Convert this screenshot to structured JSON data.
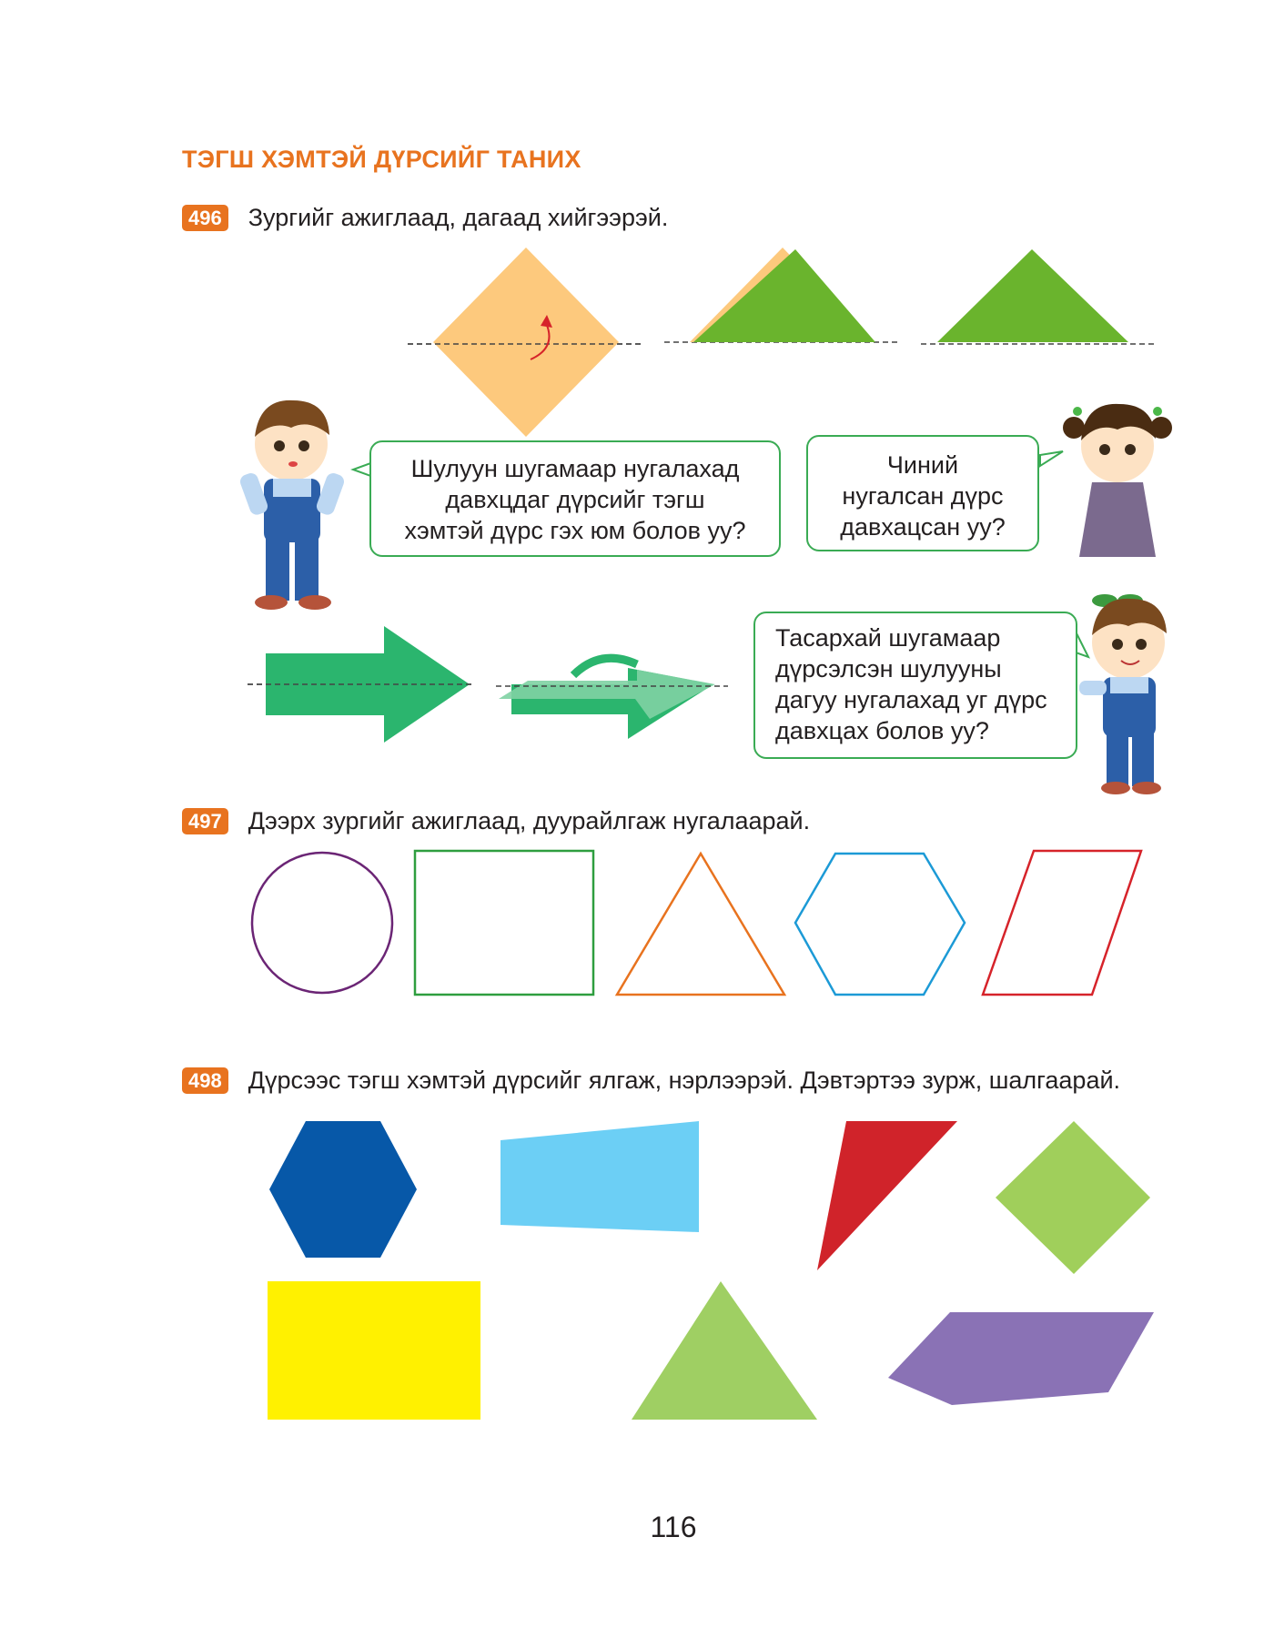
{
  "section": {
    "title": "ТЭГШ ХЭМТЭЙ ДҮРСИЙГ ТАНИХ"
  },
  "exercises": [
    {
      "number": "496",
      "text": "Зургийг ажиглаад, дагаад хийгээрэй."
    },
    {
      "number": "497",
      "text": "Дээрх зургийг ажиглаад, дуурайлгаж нугалаарай."
    },
    {
      "number": "498",
      "text": "Дүрсээс тэгш хэмтэй дүрсийг ялгаж, нэрлээрэй. Дэвтэртээ зурж, шалгаарай."
    }
  ],
  "bubbles": {
    "boy_top": [
      "Шулуун шугамаар нугалахад",
      "давхцдаг дүрсийг тэгш",
      "хэмтэй дүрс гэх юм болов уу?"
    ],
    "girl": [
      "Чиний",
      "нугалсан дүрс",
      "давхацсан уу?"
    ],
    "boy_bottom": [
      "Тасархай шугамаар",
      "дүрсэлсэн шулууны",
      "дагуу нугалахад уг дүрс",
      "давхцах болов уу?"
    ]
  },
  "colors": {
    "accent": "#e8731f",
    "bubble_border": "#3aab54",
    "orange_square": "#fdc97d",
    "fold_green": "#6ab42d",
    "arrow_green": "#2bb56e",
    "circle": "#6b2575",
    "square": "#2e9e3f",
    "triangle": "#e8731f",
    "hexagon_outline": "#1c9ad6",
    "parallelogram_outline": "#d6232a",
    "hexagon_fill": "#0758a8",
    "quad_fill": "#6ccff5",
    "red_triangle": "#d0232a",
    "diamond_fill": "#a0cf5b",
    "yellow_rect": "#fff100",
    "green_triangle": "#9fcf63",
    "purple_shape": "#8a72b5"
  },
  "page": {
    "number": "116"
  }
}
